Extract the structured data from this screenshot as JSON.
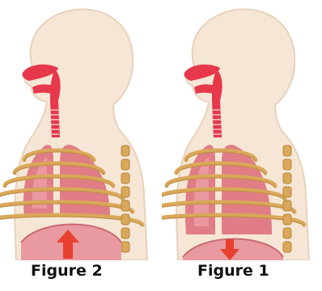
{
  "figures": [
    {
      "id": "fig2",
      "caption": "Figure 2",
      "diaphragm": "up",
      "arrow_direction": "up"
    },
    {
      "id": "fig1",
      "caption": "Figure 1",
      "diaphragm": "down",
      "arrow_direction": "down"
    }
  ],
  "colors": {
    "skin": "#f5e6d6",
    "skin_edge": "#e8d2bb",
    "airway": "#e6384a",
    "airway_light": "#f4a0a6",
    "rib": "#d9a85a",
    "rib_dark": "#b8843a",
    "lung": "#e07d86",
    "lung_light": "#f0b0b4",
    "diaphragm": "#e89aa0",
    "arrow": "#e8402e"
  }
}
